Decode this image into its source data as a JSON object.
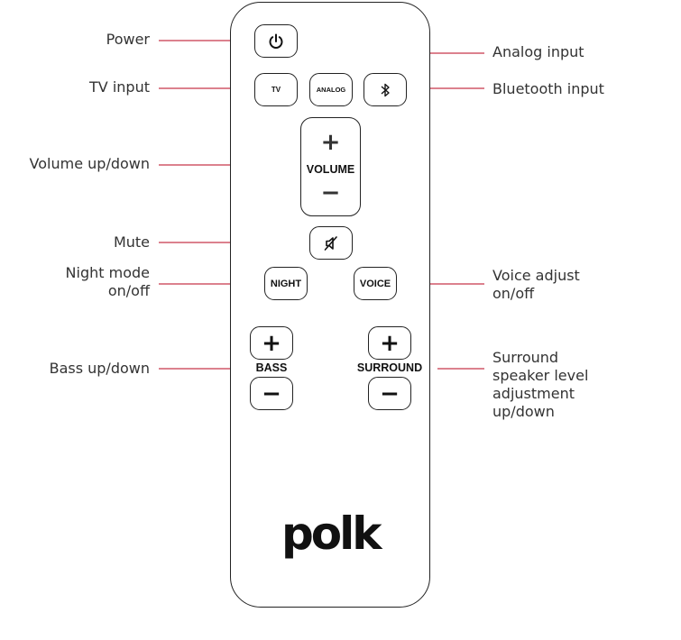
{
  "callouts": {
    "power": "Power",
    "tv_input": "TV input",
    "volume": "Volume up/down",
    "mute": "Mute",
    "night_mode_line1": "Night mode",
    "night_mode_line2": "on/off",
    "bass": "Bass up/down",
    "analog_input": "Analog input",
    "bluetooth_input": "Bluetooth input",
    "voice_adjust_line1": "Voice adjust",
    "voice_adjust_line2": "on/off",
    "surround_line1": "Surround",
    "surround_line2": "speaker level",
    "surround_line3": "adjustment",
    "surround_line4": "up/down"
  },
  "remote": {
    "tv_label": "TV",
    "analog_label": "ANALOG",
    "volume_label": "VOLUME",
    "night_label": "NIGHT",
    "voice_label": "VOICE",
    "bass_label": "BASS",
    "surround_label": "SURROUND",
    "plus": "+",
    "minus": "−",
    "brand": "polk"
  },
  "icons": {
    "power": "power-icon",
    "bluetooth": "bluetooth-icon",
    "mute": "mute-icon"
  },
  "colors": {
    "leader_line": "#c8364a",
    "outline": "#222222",
    "text": "#333333"
  }
}
